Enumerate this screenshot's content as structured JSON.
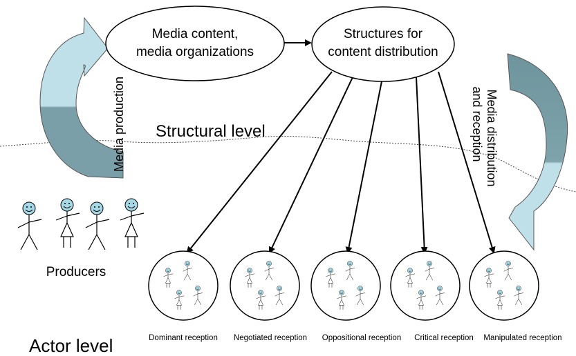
{
  "nodes": {
    "media_content": {
      "line1": "Media content,",
      "line2": "media organizations"
    },
    "structures": {
      "line1": "Structures for",
      "line2": "content distribution"
    }
  },
  "labels": {
    "media_production": "Media production",
    "media_distribution_line1": "Media distribution",
    "media_distribution_line2": "and reception",
    "structural_level": "Structural level",
    "actor_level": "Actor level",
    "producers": "Producers"
  },
  "receptions": [
    {
      "label": "Dominant reception"
    },
    {
      "label": "Negotiated reception"
    },
    {
      "label": "Oppositional reception"
    },
    {
      "label": "Critical reception"
    },
    {
      "label": "Manipulated reception"
    }
  ],
  "colors": {
    "left_arrow": "#bfe0e8",
    "right_arrow_top": "#7a9fa8",
    "right_arrow_bottom": "#bfe0e8",
    "face": "#a6d8e6"
  }
}
